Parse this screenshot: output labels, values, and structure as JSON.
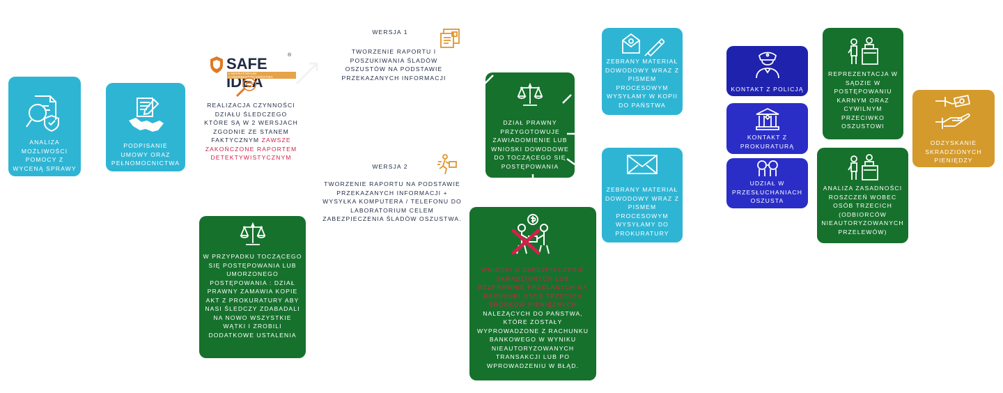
{
  "logo": {
    "name": "SAFE IDEA",
    "registered": "®",
    "sub": "LABORATORIUM CYBERBEZPIECZEŃSTWA"
  },
  "box_analiza": {
    "text": "ANALIZA MOŻLIWOŚCI POMOCY Z WYCENĄ SPRAWY",
    "icon": "document-search-shield-icon"
  },
  "box_podpisanie": {
    "text": "PODPISANIE UMOWY ORAZ PEŁNOMOCNICTWA",
    "icon": "contract-handshake-icon"
  },
  "realizacja": {
    "text": "REALIZACJA CZYNNOŚCI DZIAŁU ŚLEDCZEGO KTÓRE SĄ W 2 WERSJACH ZGODNIE ZE STANEM FAKTYCZNYM",
    "highlight": "ZAWSZE ZAKOŃCZONE RAPORTEM DETEKTYWISTYCZNYM"
  },
  "wersja1": {
    "title": "WERSJA 1",
    "text": "TWORZENIE RAPORTU I POSZUKIWANIA ŚLADÓW OSZUSTÓW NA PODSTAWIE PRZEKAZANYCH INFORMACJI",
    "icon": "report-icon"
  },
  "wersja2": {
    "title": "WERSJA 2",
    "text": "TWORZENIE RAPORTU NA PODSTAWIE PRZEKAZANYCH INFORMACJI + WYSYŁKA KOMPUTERA / TELEFONU DO LABORATORIUM CELEM ZABEZPIECZENIA ŚLADÓW OSZUSTWA.",
    "icon": "courier-icon"
  },
  "box_prokuratura_akt": {
    "text": "W PRZYPADKU TOCZĄCEGO SIĘ POSTĘPOWANIA LUB UMORZONEGO POSTĘPOWANIA : DZIAŁ PRAWNY ZAMAWIA KOPIE AKT Z PROKURATURY ABY NASI ŚLEDCZY ZDABADALI NA NOWO WSZYSTKIE WĄTKI I ZROBILI DODATKOWE USTALENIA",
    "icon": "scales-icon"
  },
  "box_dzial_prawny": {
    "text": "DZIAŁ PRAWNY PRZYGOTOWUJE ZAWIADOMIENIE LUB WNIOSKI DOWODOWE DO TOCZĄCEGO SIĘ POSTĘPOWANIA",
    "icon": "scales-icon"
  },
  "box_wnioski": {
    "highlight": "WNIOSKI O ZABEZPIECZENIE SKRADZIONYCH LUB BEZPRAWNIE PRZELANYCH NA RACHUNKI OSÓB TRZECICH ŚRODKÓW PIENIĘŻNYCH",
    "text": "NALEŻĄCYCH DO PAŃSTWA, KTÓRE ZOSTAŁY WYPROWADZONE Z RACHUNKU BANKOWEGO W WYNIKU NIEAUTORYZOWANYCH TRANSAKCJI LUB PO WPROWADZENIU W BŁĄD.",
    "icon": "blocked-transfer-icon"
  },
  "box_material_panstwa": {
    "text": "ZEBRANY MATERIAŁ DOWODOWY WRAZ Z PISMEM PROCESOWYM WYSYŁAMY W KOPII DO PAŃSTWA",
    "icon": "email-usb-icon"
  },
  "box_material_prokuratury": {
    "text": "ZEBRANY MATERIAŁ DOWODOWY WRAZ Z PISMEM PROCESOWYM WYSYŁAMY DO PROKURATURY",
    "icon": "envelope-icon"
  },
  "box_policja": {
    "text": "KONTAKT Z POLICJĄ",
    "icon": "police-officer-icon"
  },
  "box_prokuratura": {
    "text": "KONTAKT Z PROKURATURĄ",
    "icon": "courthouse-icon"
  },
  "box_przesluchania": {
    "text": "UDZIAŁ W PRZESŁUCHANIACH OSZUSTA",
    "icon": "handcuffs-icon"
  },
  "box_reprezentacja": {
    "text": "REPREZENTACJA W SĄDZIE W POSTĘPOWANIU KARNYM ORAZ CYWILNYM PRZECIWKO OSZUSTOWI",
    "icon": "courtroom-icon"
  },
  "box_analiza_roszczen": {
    "text": "ANALIZA ZASADNOŚCI ROSZCZEŃ WOBEC OSÓB TRZECICH (ODBIORCÓW NIEAUTORYZOWANYCH PRZELEWÓW)",
    "icon": "courtroom-icon"
  },
  "box_odzyskanie": {
    "text": "ODZYSKANIE SKRADZIONYCH PIENIĘDZY",
    "icon": "money-hands-icon"
  },
  "colors": {
    "cyan": "#2fb5d4",
    "green": "#16712c",
    "navy": "#2a1fb2",
    "gold": "#d49a2b",
    "red": "#d1214a"
  }
}
